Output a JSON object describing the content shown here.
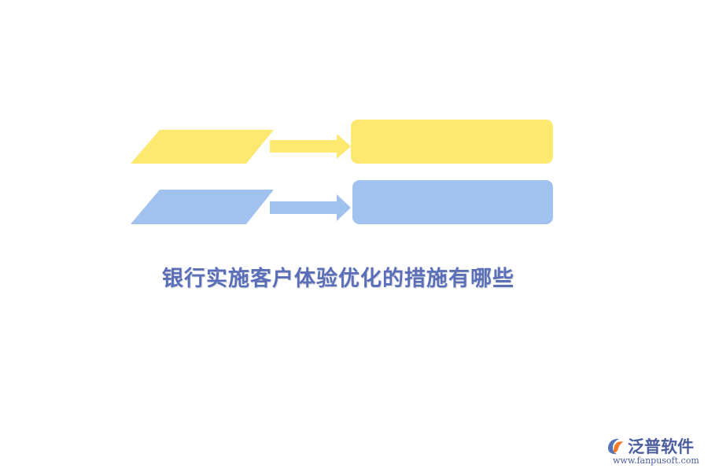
{
  "title": "银行实施客户体验优化的措施有哪些",
  "logo": {
    "name": "泛普软件",
    "url": "www.fanpusoft.com",
    "icon": "fanpu-logo-icon"
  },
  "diagram": {
    "rows": [
      {
        "color": "#fde870"
      },
      {
        "color": "#a1c1ee"
      }
    ]
  },
  "colors": {
    "title": "#5a6fb7",
    "logo_text": "#4b5d9c",
    "logo_orange": "#f07a2a",
    "logo_blue": "#5574b6"
  }
}
